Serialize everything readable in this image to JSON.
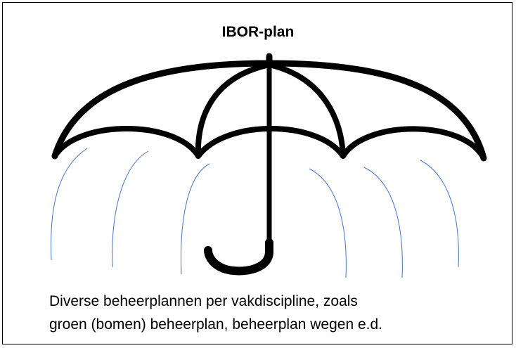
{
  "title": "IBOR-plan",
  "caption": {
    "line1": "Diverse beheerplannen per vakdiscipline, zoals",
    "line2": "groen (bomen) beheerplan, beheerplan wegen e.d."
  },
  "colors": {
    "outline": "#000000",
    "rain": "#4472c4",
    "background": "#ffffff"
  },
  "icons": [
    "umbrella-icon",
    "rain-lines"
  ]
}
